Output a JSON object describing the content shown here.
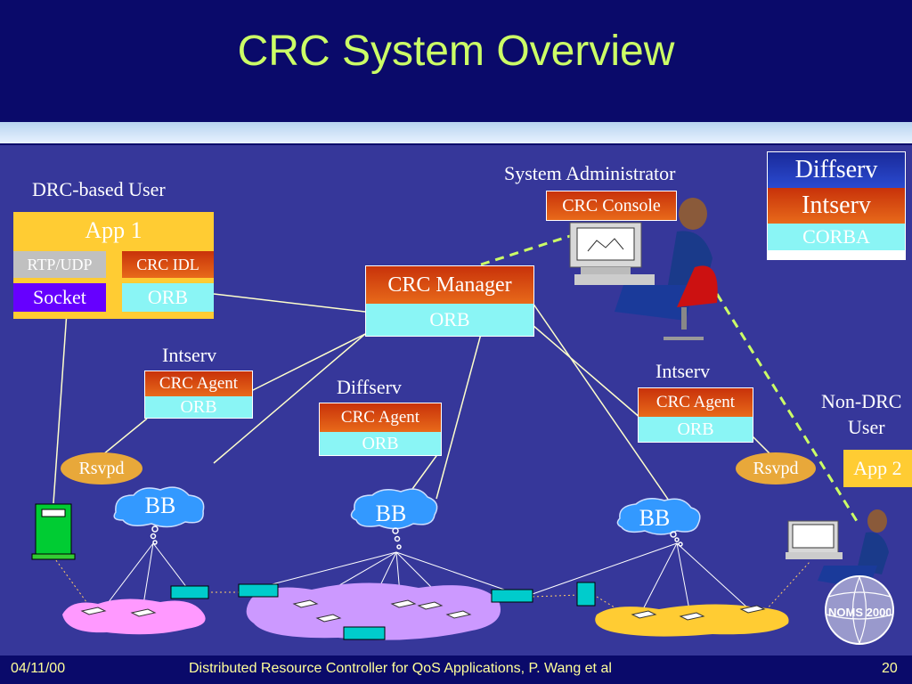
{
  "slide": {
    "title": "CRC System Overview",
    "footer_date": "04/11/00",
    "footer_text": "Distributed Resource Controller for QoS Applications,  P. Wang et al",
    "page_number": "20"
  },
  "legend": {
    "diffserv": "Diffserv",
    "intserv": "Intserv",
    "corba": "CORBA"
  },
  "drc_user": {
    "label": "DRC-based User",
    "app": "App 1",
    "rtp": "RTP/UDP",
    "crc_idl": "CRC IDL",
    "socket": "Socket",
    "orb": "ORB"
  },
  "admin": {
    "label": "System Administrator",
    "console": "CRC Console"
  },
  "manager": {
    "title": "CRC Manager",
    "orb": "ORB"
  },
  "agents": [
    {
      "domain": "Intserv",
      "title": "CRC Agent",
      "orb": "ORB"
    },
    {
      "domain": "Diffserv",
      "title": "CRC Agent",
      "orb": "ORB"
    },
    {
      "domain": "Intserv",
      "title": "CRC Agent",
      "orb": "ORB"
    }
  ],
  "rsvpd": [
    "Rsvpd",
    "Rsvpd"
  ],
  "bb": [
    "BB",
    "BB",
    "BB"
  ],
  "non_drc": {
    "label_line1": "Non-DRC",
    "label_line2": "User",
    "app": "App 2"
  },
  "logo_text": "NOMS 2000"
}
